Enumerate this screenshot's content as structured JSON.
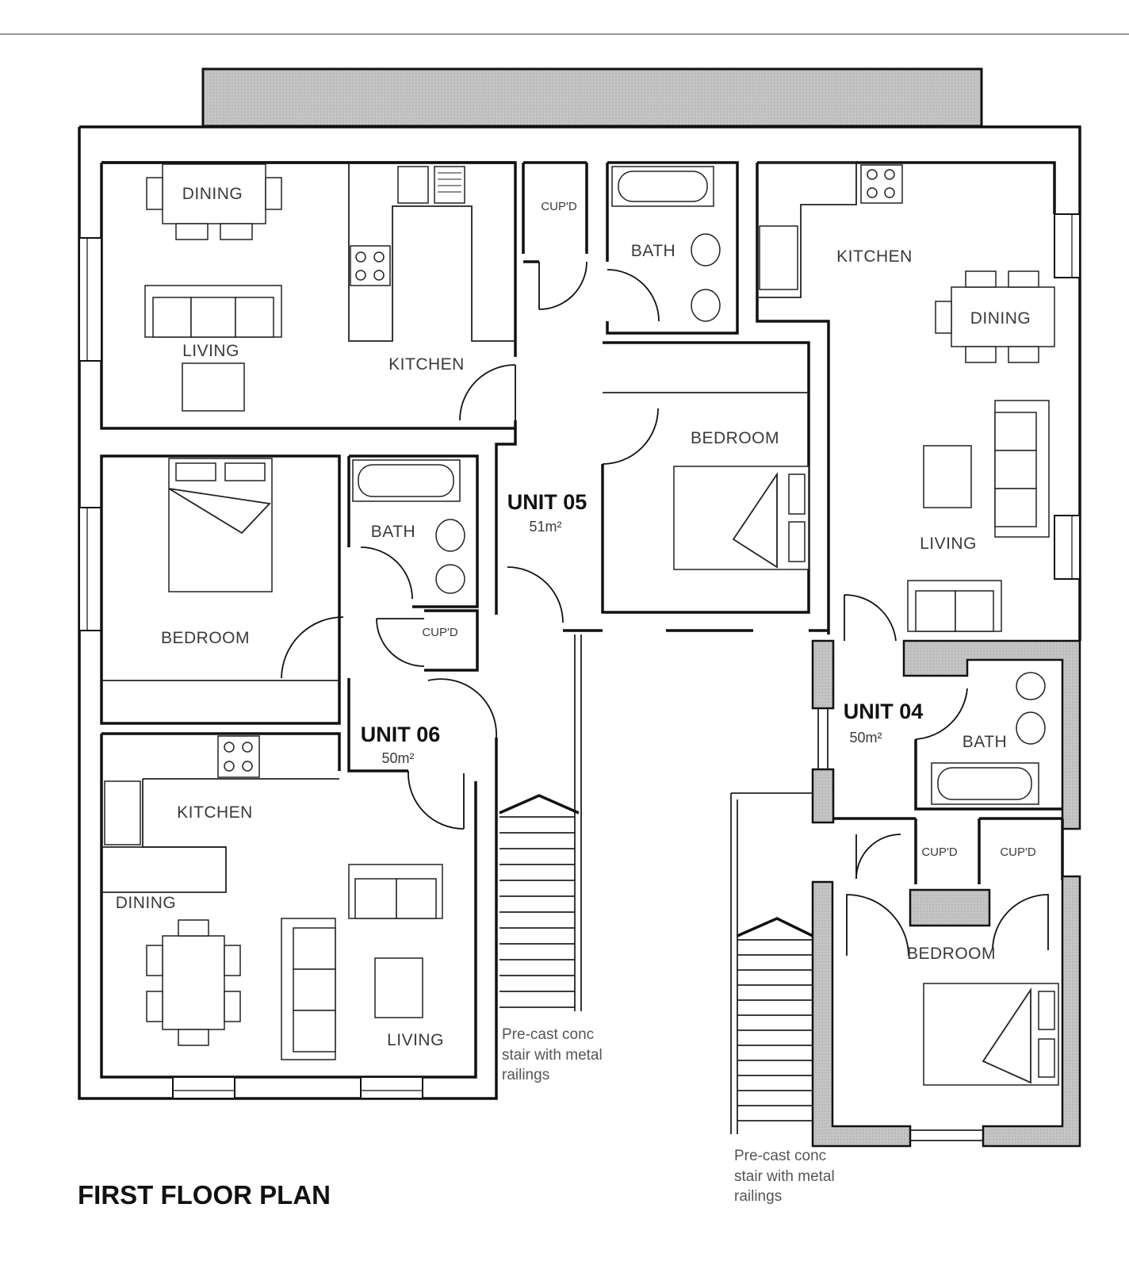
{
  "title": "FIRST FLOOR PLAN",
  "units": {
    "unit05": {
      "name": "UNIT 05",
      "area": "51m²",
      "rooms": {
        "dining": "DINING",
        "living": "LIVING",
        "kitchen": "KITCHEN",
        "cupboard": "CUP'D",
        "bath": "BATH",
        "bedroom": "BEDROOM"
      }
    },
    "unit04": {
      "name": "UNIT 04",
      "area": "50m²",
      "rooms": {
        "kitchen": "KITCHEN",
        "dining": "DINING",
        "living": "LIVING",
        "bath": "BATH",
        "cupboard_1": "CUP'D",
        "cupboard_2": "CUP'D",
        "bedroom": "BEDROOM"
      }
    },
    "unit06": {
      "name": "UNIT 06",
      "area": "50m²",
      "rooms": {
        "bedroom": "BEDROOM",
        "bath": "BATH",
        "cupboard": "CUP'D",
        "kitchen": "KITCHEN",
        "dining": "DINING",
        "living": "LIVING"
      }
    }
  },
  "stair_notes": {
    "left": [
      "Pre-cast conc",
      "stair with metal",
      "railings"
    ],
    "right": [
      "Pre-cast conc",
      "stair with metal",
      "railings"
    ]
  },
  "colors": {
    "wall": "#111111",
    "shaded_wall": "#c8c8c8",
    "roof_band": "#bdbdbd"
  }
}
